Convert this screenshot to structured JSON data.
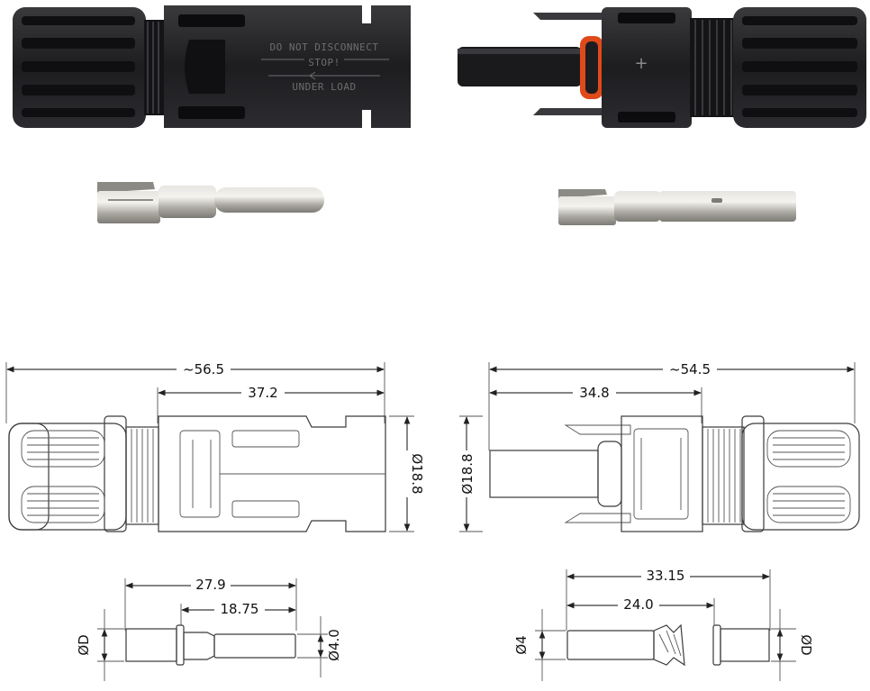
{
  "photos": {
    "female_connector": {
      "label_line1": "DO NOT DISCONNECT",
      "label_line2": "STOP!",
      "label_line3": "UNDER LOAD"
    },
    "male_connector": {
      "polarity": "+"
    }
  },
  "drawings": {
    "female": {
      "overall_length": "~56.5",
      "body_length": "37.2",
      "diameter": "Ø18.8"
    },
    "male": {
      "overall_length": "~54.5",
      "body_length": "34.8",
      "diameter": "Ø18.8"
    },
    "pin_male": {
      "total_length": "27.9",
      "tip_length": "18.75",
      "cable_diameter": "ØD",
      "pin_diameter": "Ø4.0"
    },
    "pin_female": {
      "total_length": "33.15",
      "socket_length": "24.0",
      "socket_diameter": "Ø4",
      "cable_diameter": "ØD"
    }
  },
  "colors": {
    "connector_body": "#1c1c1e",
    "seal_ring": "#e04a1a",
    "metal": "#b9b7b0",
    "drawing_line": "#3a3a3a"
  }
}
